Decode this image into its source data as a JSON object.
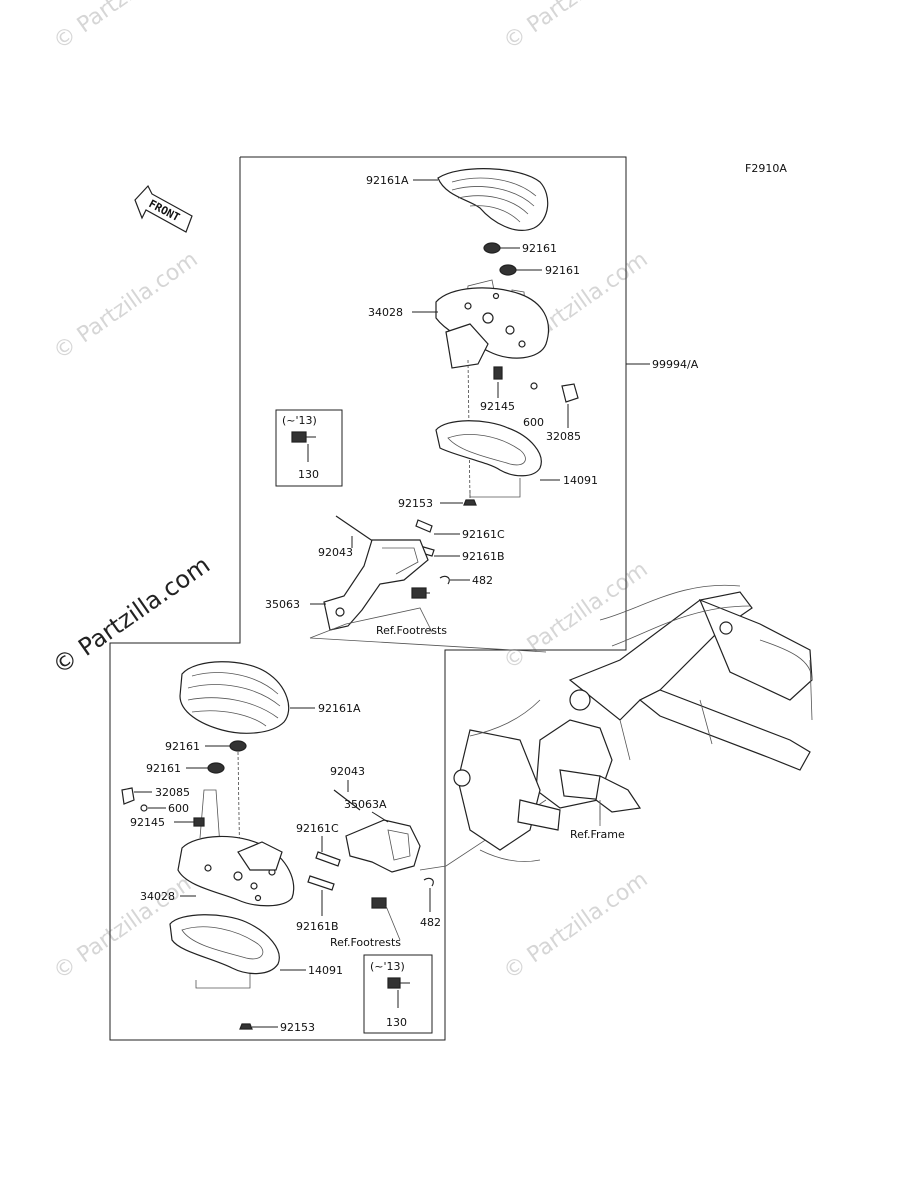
{
  "figure_code": "F2910A",
  "front_arrow_label": "FRONT",
  "watermark": "© Partzilla.com",
  "assembly_ref": "99994/A",
  "upper": {
    "labels": {
      "pad_a": "92161A",
      "damper1": "92161",
      "damper2": "92161",
      "board": "34028",
      "spring": "92145",
      "ball": "600",
      "plate": "32085",
      "cover": "14091",
      "nut": "92153",
      "pin": "92043",
      "spacer_c": "92161C",
      "spacer_b": "92161B",
      "clip": "482",
      "bracket": "35063",
      "ref_footrests": "Ref.Footrests"
    },
    "inset": {
      "range": "(~'13)",
      "part": "130"
    }
  },
  "lower": {
    "labels": {
      "pad_a": "92161A",
      "damper1": "92161",
      "damper2": "92161",
      "plate": "32085",
      "ball": "600",
      "spring": "92145",
      "board": "34028",
      "cover": "14091",
      "nut": "92153",
      "pin": "92043",
      "bracket": "35063A",
      "spacer_c": "92161C",
      "spacer_b": "92161B",
      "clip": "482",
      "ref_footrests": "Ref.Footrests"
    },
    "inset": {
      "range": "(~'13)",
      "part": "130"
    }
  },
  "ref_frame": "Ref.Frame"
}
